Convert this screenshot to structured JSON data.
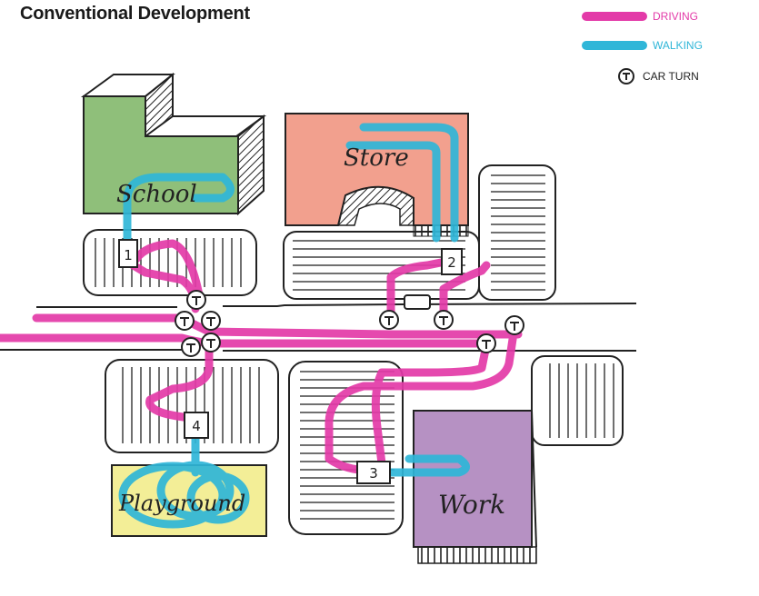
{
  "title": "Conventional Development",
  "legend": {
    "driving_label": "DRIVING",
    "walking_label": "WALKING",
    "car_turn_label": "CAR TURN"
  },
  "places": {
    "school": "School",
    "store": "Store",
    "playground": "Playground",
    "work": "Work"
  },
  "stops": [
    "1",
    "2",
    "3",
    "4"
  ],
  "colors": {
    "driving": "#e33aa8",
    "walking": "#2fb6d8",
    "school": "#8fbf7a",
    "store": "#f2a08e",
    "playground": "#f3ee97",
    "work": "#b691c3"
  },
  "car_turn_count": 9
}
